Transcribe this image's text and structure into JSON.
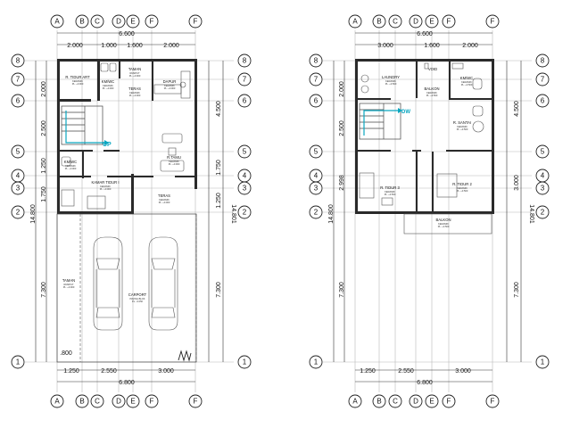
{
  "grid_cols": [
    "A",
    "B",
    "C",
    "D",
    "E",
    "F",
    "F"
  ],
  "grid_rows": [
    "8",
    "7",
    "6",
    "5",
    "4",
    "3",
    "2",
    "1"
  ],
  "left_plan": {
    "top_overall": "6.600",
    "top_segments": [
      "2.000",
      "1.000",
      "1.600",
      "2.000"
    ],
    "bottom_overall": "6.800",
    "bottom_segments": [
      "1.250",
      "2.550",
      "3.000"
    ],
    "bottom_small": ".800",
    "left_dims": [
      "2.000",
      "2.500",
      "1.250",
      "1.750",
      "7.300"
    ],
    "left_total": "14.800",
    "right_dims": [
      "4.500",
      "1.750",
      "1.250",
      "7.300"
    ],
    "right_total": "14.801",
    "stair_label": "UP",
    "rooms": {
      "r_tidur_art": {
        "name": "R. TIDUR ART",
        "sub": "KERAMIK",
        "lvl": "PL. +0.000"
      },
      "km_wc_top": {
        "name": "KM/WC",
        "sub": "KERAMIK",
        "lvl": "PL. +0.000"
      },
      "taman_top": {
        "name": "TAMAN",
        "sub": "RUMPUT",
        "lvl": "PL. +0.000"
      },
      "dapur": {
        "name": "DAPUR",
        "sub": "KERAMIK",
        "lvl": "PL. +0.000"
      },
      "teras_back": {
        "name": "TERAS",
        "sub": "KERAMIK",
        "lvl": "PL. +0.000"
      },
      "km_wc_low": {
        "name": "KM/WC",
        "sub": "KERAMIK",
        "lvl": "PL. +0.000"
      },
      "r_tamu": {
        "name": "R.TAMU",
        "sub": "KERAMIK",
        "lvl": "PL. +0.000"
      },
      "kamar_tidur": {
        "name": "KAMAR TIDUR I",
        "sub": "KERAMIK",
        "lvl": "PL. +0.000"
      },
      "teras_front": {
        "name": "TERAS",
        "sub": "KERAMIK",
        "lvl": "PL. +0.000"
      },
      "taman_side": {
        "name": "TAMAN",
        "sub": "RUMPUT",
        "lvl": "PL. +0.000"
      },
      "carport": {
        "name": "CARPORT",
        "sub": "PAVING BLOK",
        "lvl": "PL. -0.050"
      }
    }
  },
  "right_plan": {
    "top_overall": "6.600",
    "top_segments": [
      "3.000",
      "1.600",
      "2.000"
    ],
    "bottom_overall": "6.800",
    "bottom_segments": [
      "1.250",
      "2.550",
      "3.000"
    ],
    "left_dims": [
      "2.000",
      "2.500",
      "2.998",
      "7.300"
    ],
    "left_total": "14.800",
    "right_dims": [
      "4.500",
      "3.000",
      "7.300"
    ],
    "right_total": "14.801",
    "stair_label": "DW",
    "rooms": {
      "laundry": {
        "name": "LAUNDRY",
        "sub": "KERAMIK",
        "lvl": "PL. +3.500"
      },
      "void": {
        "name": "VOID"
      },
      "balkon_top": {
        "name": "BALKON",
        "sub": "KERAMIK",
        "lvl": "PL. +3.500"
      },
      "km_wc": {
        "name": "KM/WC",
        "sub": "KERAMIK",
        "lvl": "PL. +3.500"
      },
      "r_santai": {
        "name": "R. SANTAI",
        "sub": "KERAMIK",
        "lvl": "PL. +3.500"
      },
      "r_tidur3": {
        "name": "R. TIDUR 3",
        "sub": "KERAMIK",
        "lvl": "PL. +3.500"
      },
      "r_tidur2": {
        "name": "R. TIDUR 2",
        "sub": "KERAMIK",
        "lvl": "PL. +3.500"
      },
      "balkon_front": {
        "name": "BALKON",
        "sub": "KERAMIK",
        "lvl": "PL. +3.500"
      }
    }
  }
}
